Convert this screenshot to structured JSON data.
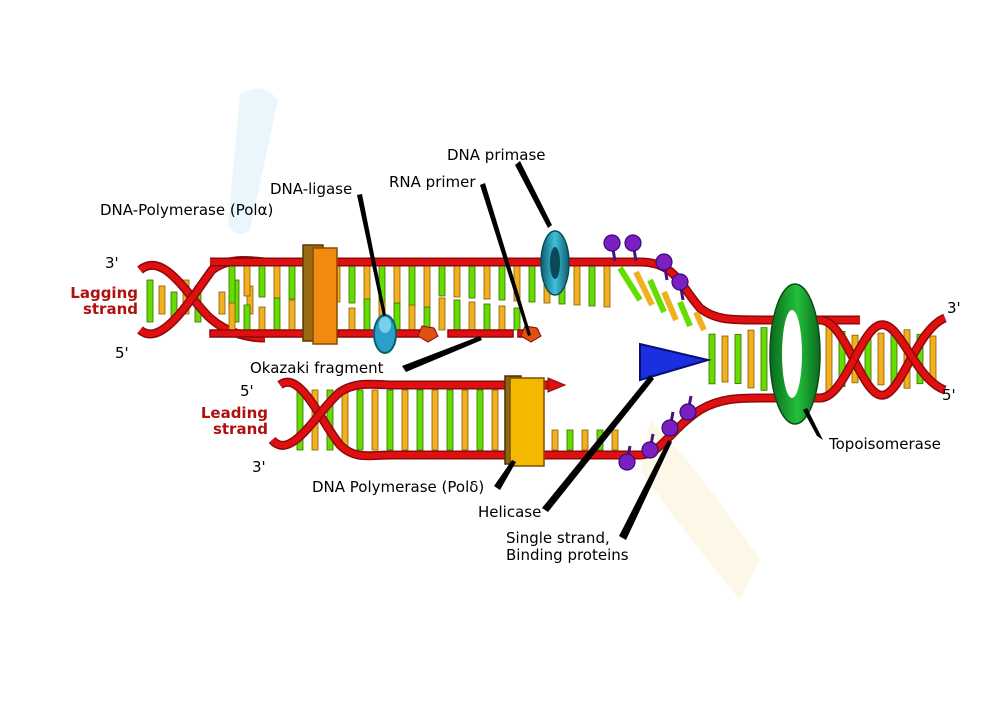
{
  "ends": {
    "lagging_3": "3'",
    "lagging_5": "5'",
    "leading_5": "5'",
    "leading_3": "3'",
    "right_3": "3'",
    "right_5": "5'"
  },
  "strands": {
    "lagging_line1": "Lagging",
    "lagging_line2": "strand",
    "leading_line1": "Leading",
    "leading_line2": "strand"
  },
  "labels": {
    "dna_primase": "DNA primase",
    "rna_primer": "RNA primer",
    "dna_ligase": "DNA-ligase",
    "dna_polymerase_alpha": "DNA-Polymerase (Polα)",
    "okazaki_fragment": "Okazaki fragment",
    "dna_polymerase_delta": "DNA Polymerase (Polδ)",
    "helicase": "Helicase",
    "ssb_line1": "Single strand,",
    "ssb_line2": "Binding proteins",
    "topoisomerase": "Topoisomerase"
  },
  "colors": {
    "backbone": "#e01010",
    "backbone_dark": "#8a0a0a",
    "base_green": "#66dd00",
    "base_yellow": "#f0b020",
    "polymerase_alpha": "#f08a10",
    "polymerase_delta": "#f5b800",
    "ligase": "#2aa0c8",
    "primase": "#1a8aa0",
    "helicase": "#1a30e0",
    "ssb": "#7a20c0",
    "topoisomerase": "#10a030",
    "strand_label": "#b01010"
  }
}
